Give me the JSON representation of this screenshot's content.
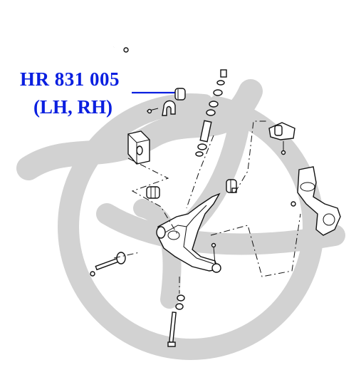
{
  "header": {
    "part_number": "HR 831 005",
    "side": "(LH, RH)"
  },
  "colors": {
    "label_text": "#0a1fe0",
    "leader_line": "#0a1fe0",
    "watermark": "#d2d2d2",
    "line_art": "#111111"
  },
  "watermark": {
    "type": "logo",
    "icon": "circle-monogram-logo"
  }
}
